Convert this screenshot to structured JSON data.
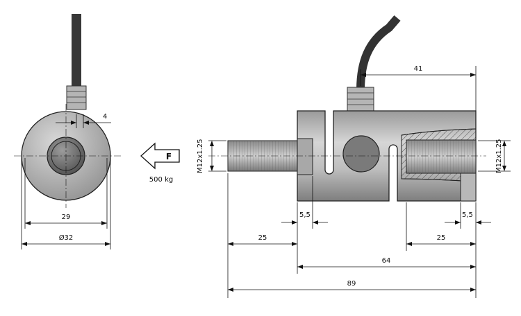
{
  "dims": {
    "d4": "4",
    "d29": "29",
    "d32": "Ø32",
    "d41": "41",
    "thread_left": "M12x1.25",
    "thread_right": "M12x1.25",
    "d5_5_left": "5,5",
    "d5_5_right": "5,5",
    "d25_left": "25",
    "d25_right": "25",
    "d64": "64",
    "d89": "89"
  },
  "force": {
    "symbol": "F",
    "load": "500 kg"
  },
  "colors": {
    "body_light": "#c8c8c8",
    "body_dark": "#8a8a8a",
    "cable": "#333333",
    "line": "#111111"
  }
}
